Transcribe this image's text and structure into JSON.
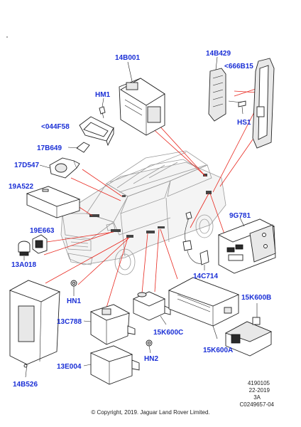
{
  "callouts": {
    "c14B001": "14B001",
    "c14B429": "14B429",
    "c666B15": "<666B15",
    "cHM1": "HM1",
    "c044F58": "<044F58",
    "cHS1": "HS1",
    "c17B649": "17B649",
    "c17D547": "17D547",
    "c19A522": "19A522",
    "c9G781": "9G781",
    "c19E663": "19E663",
    "c13A018": "13A018",
    "c14C714": "14C714",
    "cHN1": "HN1",
    "c15K600B": "15K600B",
    "c13C788": "13C788",
    "c15K600C": "15K600C",
    "c15K600A": "15K600A",
    "cHN2": "HN2",
    "c13E004": "13E004",
    "c14B526": "14B526"
  },
  "reference": {
    "line1": "4190105",
    "line2": "22-2019",
    "line3": "3A",
    "line4": "C0249657-04"
  },
  "copyright": "© Copyright, 2019. Jaguar Land Rover Limited.",
  "colors": {
    "callout": "#1a2fd6",
    "leader": "#e8281f",
    "line": "#222222",
    "vehicle": "#9a9a9a"
  }
}
